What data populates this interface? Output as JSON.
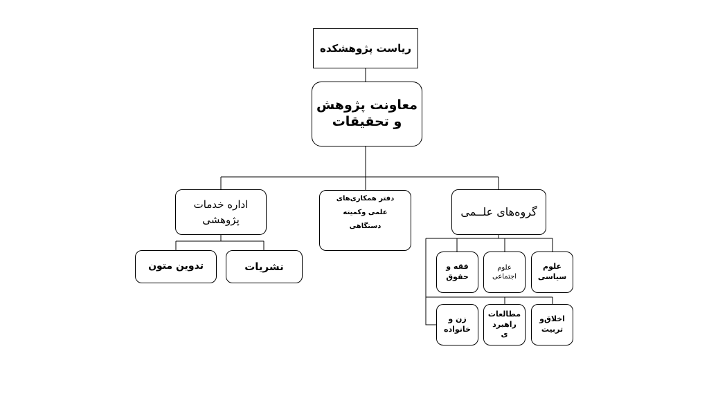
{
  "nodes": {
    "head": {
      "lines": [
        "ریاست پژوهشکده"
      ]
    },
    "deputy": {
      "lines": [
        "معاونت پژوهش",
        "و تحقیقات"
      ]
    },
    "admin": {
      "lines": [
        "اداره خدمات",
        "پژوهشی"
      ]
    },
    "office": {
      "lines": [
        "دفتر همکاری‌های",
        "علمی وکمیته",
        "دستگاهی"
      ]
    },
    "groups": {
      "lines": [
        "گروه‌های علــمی"
      ]
    },
    "texts": {
      "lines": [
        "تدوین متون"
      ]
    },
    "pubs": {
      "lines": [
        "نشریات"
      ]
    },
    "fiqh": {
      "lines": [
        "فقه و",
        "حقوق"
      ]
    },
    "social": {
      "lines": [
        "علوم",
        "اجتماعی"
      ]
    },
    "political": {
      "lines": [
        "علوم",
        "سیاسی"
      ]
    },
    "family": {
      "lines": [
        "زن و",
        "خانواده"
      ]
    },
    "strategic": {
      "lines": [
        "مطالعات",
        "راهبرد",
        "ی"
      ]
    },
    "ethics": {
      "lines": [
        "اخلاق‌و",
        "تربیت"
      ]
    }
  }
}
